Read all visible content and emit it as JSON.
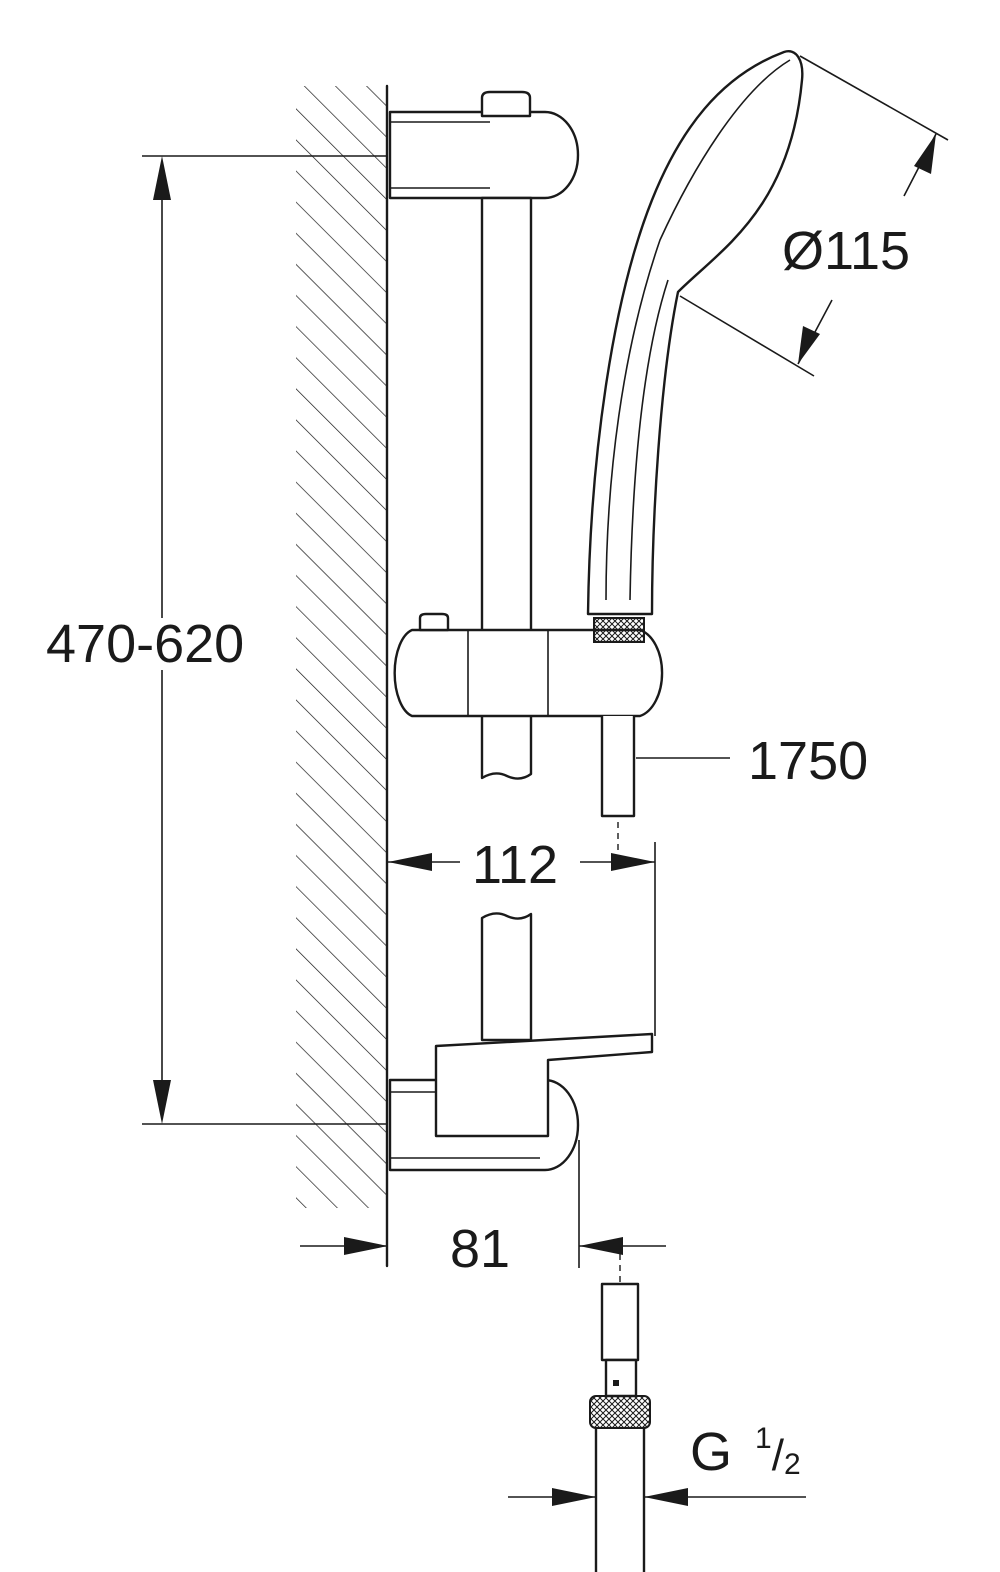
{
  "dimensions": {
    "height_range": "470-620",
    "head_diameter": "Ø115",
    "hose_length": "1750",
    "projection": "112",
    "depth": "81",
    "thread_prefix": "G",
    "thread_num": "1",
    "thread_den": "2"
  }
}
